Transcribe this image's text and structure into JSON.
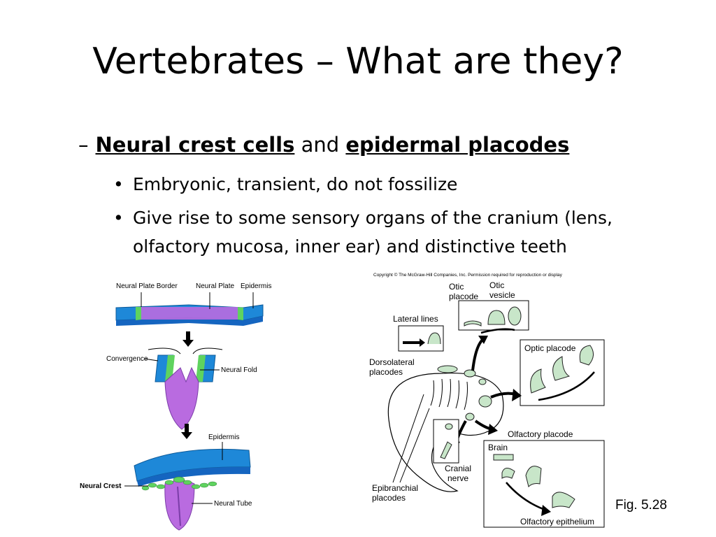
{
  "slide": {
    "title": "Vertebrates – What are they?",
    "bullet": {
      "dash": "–",
      "term1": "Neural crest cells",
      "connector": "and",
      "term2": "epidermal placodes"
    },
    "sub_bullets": [
      {
        "marker": "•",
        "text": "Embryonic, transient, do not fossilize"
      },
      {
        "marker": "•",
        "text": "Give rise to some sensory organs of the cranium (lens, olfactory mucosa, inner ear) and distinctive teeth"
      }
    ],
    "figure_caption": "Fig. 5.28"
  },
  "left_figure": {
    "labels": {
      "neural_plate_border": "Neural Plate Border",
      "neural_plate": "Neural Plate",
      "epidermis_top": "Epidermis",
      "convergence": "Convergence",
      "neural_fold": "Neural Fold",
      "epidermis_bottom": "Epidermis",
      "neural_crest": "Neural Crest",
      "neural_tube": "Neural Tube"
    }
  },
  "right_figure": {
    "labels": {
      "copyright": "Copyright © The McGraw-Hill Companies, Inc. Permission required for reproduction or display",
      "otic_placode": [
        "Otic",
        "placode"
      ],
      "otic_vesicle": [
        "Otic",
        "vesicle"
      ],
      "lateral_lines": "Lateral lines",
      "dorsolateral_placodes": [
        "Dorsolateral",
        "placodes"
      ],
      "optic_placode": "Optic placode",
      "olfactory_placode": "Olfactory placode",
      "brain": "Brain",
      "cranial_nerve": [
        "Cranial",
        "nerve"
      ],
      "epibranchial_placodes": [
        "Epibranchial",
        "placodes"
      ],
      "olfactory_epithelium": "Olfactory epithelium"
    }
  },
  "colors": {
    "epidermis_blue": "#1e88d8",
    "neural_plate_purple": "#b96be0",
    "border_green": "#5fd35f",
    "placode_green": "#c8e6c9"
  }
}
